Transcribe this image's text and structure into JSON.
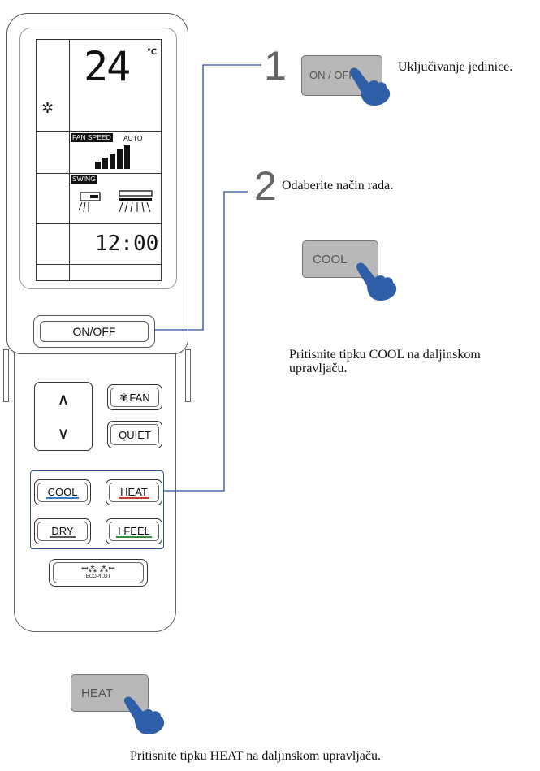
{
  "display": {
    "temperature": "24",
    "temp_unit": "℃",
    "fan_speed_label": "FAN SPEED",
    "fan_mode": "AUTO",
    "swing_label": "SWING",
    "clock": "12:00"
  },
  "remote": {
    "on_off": "ON/OFF",
    "fan": "FAN",
    "quiet": "QUIET",
    "cool": "COOL",
    "heat": "HEAT",
    "dry": "DRY",
    "ifeel": "I FEEL",
    "ecopilot": "ECOPILOT",
    "up": "∧",
    "down": "∨"
  },
  "steps": [
    {
      "number": "1",
      "button": "ON / OFF",
      "text": "Uključivanje jedinice."
    },
    {
      "number": "2",
      "text": "Odaberite način rada."
    }
  ],
  "illustrations": {
    "cool_button": "COOL",
    "cool_caption": "Pritisnite tipku COOL na daljinskom upravljaču.",
    "heat_button": "HEAT",
    "heat_caption": "Pritisnite tipku HEAT na daljinskom upravljaču."
  },
  "colors": {
    "hand": "#2f5fa8",
    "leader_line": "#2b4fa0",
    "group_frame": "#2b4fa0"
  }
}
